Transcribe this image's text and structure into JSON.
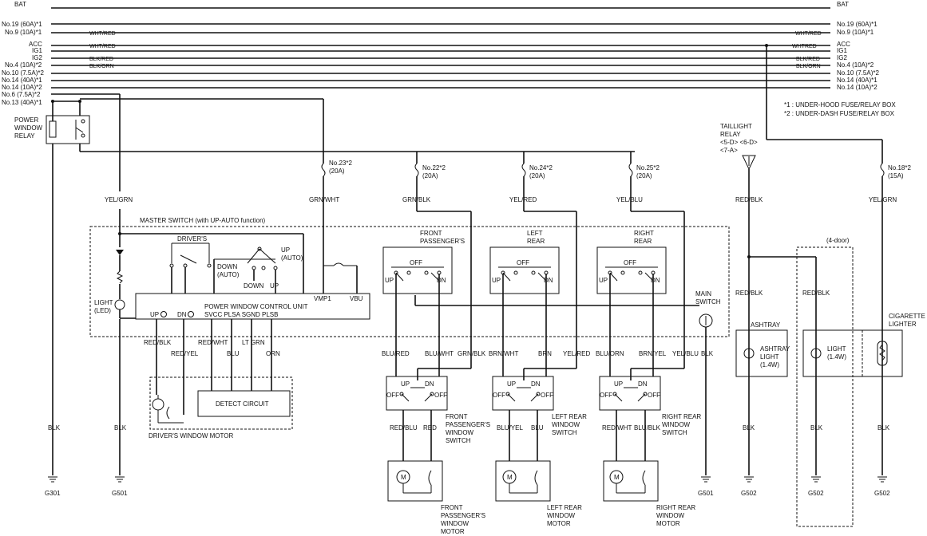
{
  "bus": {
    "left_labels": [
      "BAT",
      "No.19 (60A)*1",
      "No.9 (10A)*1",
      "ACC",
      "IG1",
      "IG2",
      "No.4 (10A)*2",
      "No.10 (7.5A)*2",
      "No.14 (40A)*1",
      "No.14 (10A)*2",
      "No.6 (7.5A)*2",
      "No.13 (40A)*1"
    ],
    "right_labels": [
      "BAT",
      "No.19 (60A)*1",
      "No.9 (10A)*1",
      "ACC",
      "IG1",
      "IG2",
      "No.4 (10A)*2",
      "No.10 (7.5A)*2",
      "No.14 (40A)*1",
      "No.14 (10A)*2"
    ],
    "wire_left": {
      "whtred1": "WHT/RED",
      "whtred2": "WHT/RED",
      "blkred": "BLK/RED",
      "blkorn": "BLK/ORN"
    },
    "wire_right": {
      "whtred1": "WHT/RED",
      "whtred2": "WHTRED",
      "blkred": "BLK/RED",
      "blkorn": "BLK/ORN"
    }
  },
  "notes": [
    "*1 : UNDER-HOOD FUSE/RELAY BOX",
    "*2 : UNDER-DASH FUSE/RELAY BOX"
  ],
  "relay": {
    "title": [
      "POWER",
      "WINDOW",
      "RELAY"
    ]
  },
  "taillight": {
    "title": [
      "TAILLIGHT",
      "RELAY",
      "<5-D> <6-D>",
      "<7-A>"
    ]
  },
  "fuses": {
    "f23": [
      "No.23*2",
      "(20A)"
    ],
    "f22": [
      "No.22*2",
      "(20A)"
    ],
    "f24": [
      "No.24*2",
      "(20A)"
    ],
    "f25": [
      "No.25*2",
      "(20A)"
    ],
    "f18": [
      "No.18*2",
      "(15A)"
    ]
  },
  "wires": {
    "yelgrn": "YEL/GRN",
    "grnwht": "GRN/WHT",
    "grnblk": "GRN/BLK",
    "yelred": "YEL/RED",
    "yelblu": "YEL/BLU",
    "redblk1": "RED/BLK",
    "redblk2": "RED/BLK",
    "redblk3": "RED/BLK",
    "yelgrn2": "YEL/GRN",
    "m_redblk": "RED/BLK",
    "m_redyel": "RED/YEL",
    "m_redwht": "RED/WHT",
    "m_blu": "BLU",
    "m_ltgrn": "LT GRN",
    "m_orn": "ORN",
    "fp_blured": "BLU/RED",
    "fp_bluwht": "BLU/WHT",
    "fp_grnblk": "GRN/BLK",
    "lr_brnwht": "BRN/WHT",
    "lr_brn": "BRN",
    "lr_yelred": "YEL/RED",
    "rr_bluorn": "BLU/ORN",
    "rr_brnyel": "BRN/YEL",
    "rr_yelblu": "YEL/BLU",
    "rr_blk": "BLK",
    "fp_redblu": "RED/BLU",
    "fp_red": "RED",
    "lr_bluyel": "BLU/YEL",
    "lr_blu": "BLU",
    "rr_redwht": "RED/WHT",
    "rr_blublk": "BLU/BLK",
    "blk": "BLK"
  },
  "master": {
    "title": "MASTER SWITCH (with UP-AUTO function)",
    "drivers": "DRIVER'S",
    "up_auto": [
      "UP",
      "(AUTO)"
    ],
    "down_auto": [
      "DOWN",
      "(AUTO)"
    ],
    "down": "DOWN",
    "up": "UP",
    "light": [
      "LIGHT",
      "(LED)"
    ],
    "vmp1": "VMP1",
    "vbu": "VBU",
    "pwcu": "POWER WINDOW CONTROL UNIT",
    "pins": "SVCC PLSA SGND PLSB",
    "uppin": "UP",
    "dnpin": "DN",
    "fp": [
      "FRONT",
      "PASSENGER'S"
    ],
    "lr": [
      "LEFT",
      "REAR"
    ],
    "rr": [
      "RIGHT",
      "REAR"
    ],
    "off": "OFF",
    "up_s": "UP",
    "dn_s": "DN",
    "main_switch": [
      "MAIN",
      "SWITCH"
    ]
  },
  "detect": "DETECT CIRCUIT",
  "driver_motor": "DRIVER'S WINDOW MOTOR",
  "switches": {
    "fp": [
      "FRONT",
      "PASSENGER'S",
      "WINDOW",
      "SWITCH"
    ],
    "lr": [
      "LEFT REAR",
      "WINDOW",
      "SWITCH"
    ],
    "rr": [
      "RIGHT REAR",
      "WINDOW",
      "SWITCH"
    ],
    "up": "UP",
    "dn": "DN",
    "off": "OFF"
  },
  "motors": {
    "fp": [
      "FRONT",
      "PASSENGER'S",
      "WINDOW",
      "MOTOR"
    ],
    "lr": [
      "LEFT REAR",
      "WINDOW",
      "MOTOR"
    ],
    "rr": [
      "RIGHT REAR",
      "WINDOW",
      "MOTOR"
    ],
    "m": "M"
  },
  "ashtray": {
    "title": "ASHTRAY",
    "light": [
      "ASHTRAY",
      "LIGHT",
      "(1.4W)"
    ]
  },
  "four_door": "(4-door)",
  "light14": [
    "LIGHT",
    "(1.4W)"
  ],
  "cig": [
    "CIGARETTE",
    "LIGHTER"
  ],
  "grounds": [
    "G301",
    "G501",
    "G501",
    "G502",
    "G502",
    "G502"
  ]
}
